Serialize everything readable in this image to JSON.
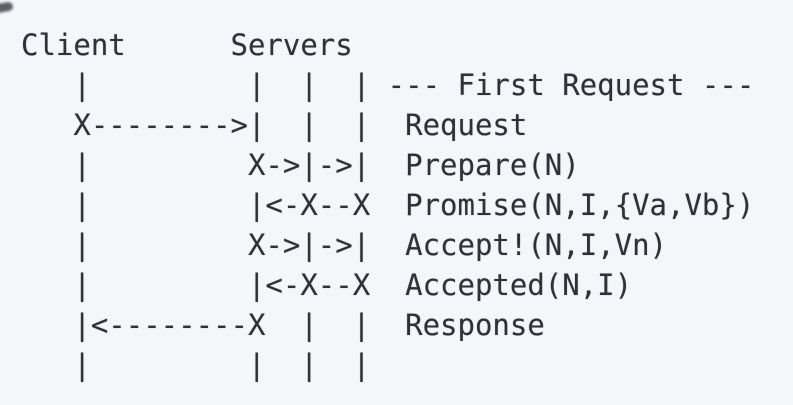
{
  "diagram": {
    "actors": {
      "client_label": "Client",
      "servers_label": "Servers"
    },
    "phase_label": "--- First Request ---",
    "message_labels": [
      "Request",
      "Prepare(N)",
      "Promise(N,I,{Va,Vb})",
      "Accept!(N,I,Vn)",
      "Accepted(N,I)",
      "Response"
    ],
    "ascii_lines": [
      "Client      Servers",
      "   |         |  |  | --- First Request ---",
      "   X-------->|  |  |  Request",
      "   |         X->|->|  Prepare(N)",
      "   |         |<-X--X  Promise(N,I,{Va,Vb})",
      "   |         X->|->|  Accept!(N,I,Vn)",
      "   |         |<-X--X  Accepted(N,I)",
      "   |<--------X  |  |  Response",
      "   |         |  |  |"
    ],
    "colors": {
      "background": "#f4f6f9",
      "text": "#2e3136"
    }
  }
}
